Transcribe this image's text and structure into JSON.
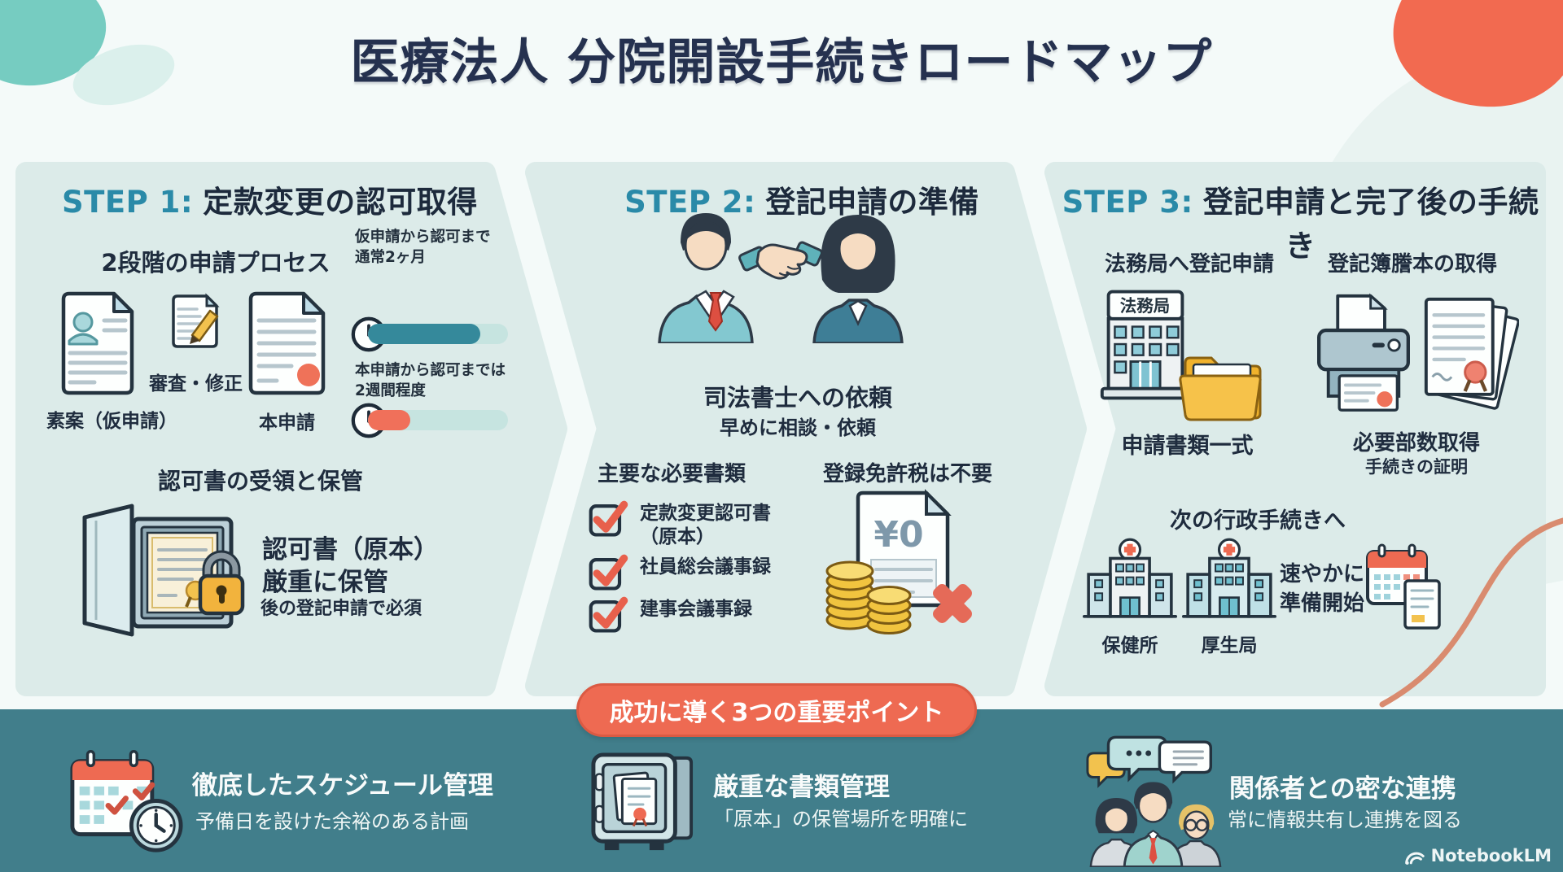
{
  "title": "医療法人 分院開設手続きロードマップ",
  "colors": {
    "accent_teal": "#2a8aa8",
    "dark_navy": "#25314f",
    "panel": "#dcebe9",
    "band": "#417e8b",
    "banner_red": "#ee6a52",
    "progress_teal": "#35899b",
    "progress_red": "#f0705a"
  },
  "icons": [
    "draft-document-icon",
    "review-pencil-icon",
    "final-document-icon",
    "clock-icon",
    "progress-bar",
    "certificate-door-icon",
    "padlock-icon",
    "handshake-people-icon",
    "checkbox-icon",
    "zero-yen-document-icon",
    "coins-icon",
    "cross-x-icon",
    "government-building-icon",
    "folder-icon",
    "printer-icon",
    "certificates-stack-icon",
    "hospital-icon",
    "calendar-document-icon",
    "calendar-clock-icon",
    "safe-icon",
    "people-chat-icon",
    "notebooklm-icon"
  ],
  "step1": {
    "label": "STEP 1:",
    "title": "定款変更の認可取得",
    "process_title": "2段階の申請プロセス",
    "draft_caption": "素案（仮申請）",
    "review_caption": "審査・修正",
    "final_caption": "本申請",
    "timeline1_text": "仮申請から認可まで\n通常2ヶ月",
    "timeline2_text": "本申請から認可までは\n2週間程度",
    "storage_title": "認可書の受領と保管",
    "storage_line1": "認可書（原本）",
    "storage_line2": "厳重に保管",
    "storage_line3": "後の登記申請で必須"
  },
  "step2": {
    "label": "STEP 2:",
    "title": "登記申請の準備",
    "delegate_title": "司法書士への依頼",
    "delegate_sub": "早めに相談・依頼",
    "docs_title": "主要な必要書類",
    "checklist": [
      {
        "label": "定款変更認可書\n（原本）"
      },
      {
        "label": "社員総会議事録"
      },
      {
        "label": "建事会議事録"
      }
    ],
    "tax_title": "登録免許税は不要",
    "tax_amount": "¥0"
  },
  "step3": {
    "label": "STEP 3:",
    "title": "登記申請と完了後の手続き",
    "filing_title": "法務局へ登記申請",
    "bureau_sign": "法務局",
    "filing_caption": "申請書類一式",
    "copies_title": "登記簿謄本の取得",
    "copies_caption1": "必要部数取得",
    "copies_caption2": "手続きの証明",
    "next_title": "次の行政手続きへ",
    "office1": "保健所",
    "office2": "厚生局",
    "next_note": "速やかに\n準備開始"
  },
  "footer": {
    "banner": "成功に導く3つの重要ポイント",
    "points": [
      {
        "title": "徹底したスケジュール管理",
        "desc": "予備日を設けた余裕のある計画"
      },
      {
        "title": "厳重な書類管理",
        "desc": "「原本」の保管場所を明確に"
      },
      {
        "title": "関係者との密な連携",
        "desc": "常に情報共有し連携を図る"
      }
    ],
    "brand": "NotebookLM"
  }
}
